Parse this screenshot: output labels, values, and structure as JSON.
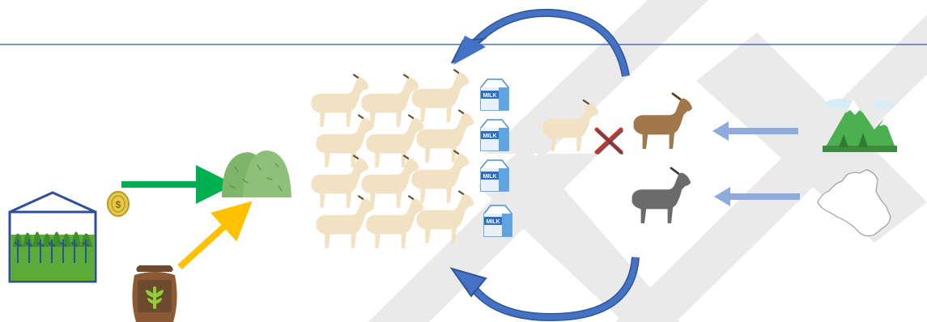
{
  "diagram": {
    "milk_labels": [
      "MILK",
      "MILK",
      "MILK",
      "MILK"
    ],
    "herd_count": 12,
    "colors": {
      "rule_line": "#4472c4",
      "cycle_arrow": "#4472c4",
      "import_arrow": "#8faadc",
      "green_arrow": "#00b050",
      "yellow_arrow": "#ffc000",
      "forage": "#8fc07a",
      "goat_local": "#f2e2c4",
      "goat_brown": "#a0784b",
      "goat_black": "#6b6b6b",
      "cross": "#c0392b",
      "watermark": "#d9d9d9"
    },
    "icons": {
      "greenhouse": "greenhouse-icon",
      "coin": "coin-icon",
      "feed_sack": "feed-sack-icon",
      "forage_pile": "forage-pile-icon",
      "mountain": "mountain-icon",
      "country_map": "country-map-icon"
    }
  }
}
